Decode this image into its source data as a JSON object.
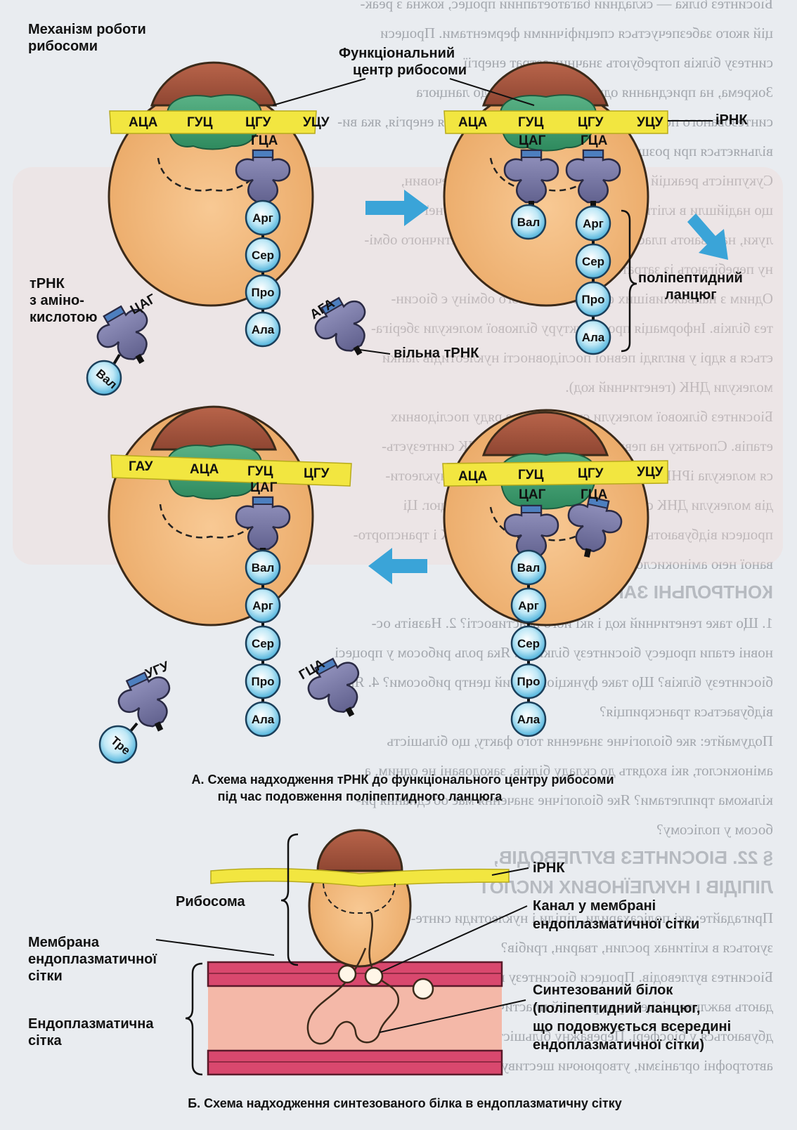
{
  "background_text": {
    "lines": [
      "Біосинтез білка — складний багатоетапний процес, кожна з реак-",
      "цій якого забезпечується специфічними ферментами. Процеси",
      "синтезу білків потребують значних затрат енергії",
      "Зокрема, на приєднання однієї амінокислоти до ланцюга",
      "синтезованого поліпептидного ланцюга витрачається енергія, яка ви-",
      "вільняється при розщепленні однієї молекули АТФ",
      "Сукупність реакцій синтезу, за допомогою яких із речовин,",
      "що надійшли в клітину, синтезуються необхідні для неї спо-",
      "луки, називають пластичним обміном. Реакції пластичного обмі-",
      "ну перебігають із затратами енергії",
      "Одним з найважливіших форм пластичного обміну є біосин-",
      "тез білків. Інформація про структуру білкової молекули зберіга-",
      "ється в ядрі у вигляді певної послідовності нуклеотидів ланки",
      "молекули ДНК (генетичний код).",
      "Біосинтез білкової молекули складається з ряду послідовних",
      "етапів. Спочатку на певній ділянці молекули ДНК синтезуєть-",
      "ся молекула іРНК, яка відповідно до послідовності нуклеоти-",
      "дів молекули ДНК синтезується поліпептидний ланцюг. Ці",
      "процеси відбуваються на рибосомах за участю тРНК і транспорто-",
      "ваної нею амінокислоти до ланцюга.",
      "КОНТРОЛЬНІ ЗАПИТАННЯ",
      "1. Що таке генетичний код і які його властивості? 2. Назвіть ос-",
      "новні етапи процесу біосинтезу білків. 3. Яка роль рибосом у процесі",
      "біосинтезу білків? Що таке функціональний центр рибосоми? 4. Як",
      "відбувається транскрипція?",
      "Подумайте: яке біологічне значення того факту, що більшість",
      "амінокислот, які входять до складу білків, закодовані не одним, а",
      "кількома триплетами? Яке біологічне значення має об'єднання ри-",
      "босом у полісому?",
      "§ 22. БІОСИНТЕЗ ВУГЛЕВОДІВ,",
      "ЛІПІДІВ І НУКЛЕЇНОВИХ КИСЛОТ",
      "Пригадайте: які полісахариди, ліпіди і нуклеотиди синте-",
      "зуються в клітинах рослин, тварин, грибів?",
      "Біосинтез вуглеводів. Процеси біосинтезу вуглеводів посі-",
      "дають важливе місце серед реакцій пластичного обміну, які ві-",
      "дбуваються у біосфері. Переважну більшість вуглеводів синтезують",
      "автотрофні організми, утворюючи шестивуглецеві моносахари"
    ]
  },
  "panel_a": {
    "labels": {
      "mechanism_line1": "Механізм роботи",
      "mechanism_line2": "рибосоми",
      "functional_center_line1": "Функціональний",
      "functional_center_line2": "центр рибосоми",
      "irna": "іРНК",
      "trna_line1": "тРНК",
      "trna_line2": "з аміно-",
      "trna_line3": "кислотою",
      "free_trna": "вільна тРНК",
      "polypeptide_line1": "поліпептидний",
      "polypeptide_line2": "ланцюг"
    },
    "step1": {
      "codons": [
        "АЦА",
        "ГУЦ",
        "ЦГУ",
        "УЦУ"
      ],
      "anticodon": "ГЦА",
      "chain": [
        "Арг",
        "Сер",
        "Про",
        "Ала"
      ],
      "incoming_anticodon": "ЦАГ",
      "incoming_aa": "Вал"
    },
    "step2": {
      "codons": [
        "АЦА",
        "ГУЦ",
        "ЦГУ",
        "УЦУ"
      ],
      "anticodons": [
        "ЦАГ",
        "ГЦА"
      ],
      "new_aa": "Вал",
      "chain": [
        "Арг",
        "Сер",
        "Про",
        "Ала"
      ],
      "free_anticodon": "АГА"
    },
    "step3": {
      "codons": [
        "АЦА",
        "ГУЦ",
        "ЦГУ",
        "УЦУ"
      ],
      "anticodons": [
        "ЦАГ",
        "ГЦА"
      ],
      "chain": [
        "Вал",
        "Арг",
        "Сер",
        "Про",
        "Ала"
      ]
    },
    "step4": {
      "codons": [
        "ГАУ",
        "АЦА",
        "ГУЦ",
        "ЦГУ"
      ],
      "anticodon": "ЦАГ",
      "chain": [
        "Вал",
        "Арг",
        "Сер",
        "Про",
        "Ала"
      ],
      "incoming_anticodon": "УГУ",
      "incoming_aa": "Тре",
      "free_anticodon": "ГЦА"
    },
    "caption_line1": "А. Схема надходження тРНК до функціонального центру рибосоми",
    "caption_line2": "під час подовження поліпептидного ланцюга"
  },
  "panel_b": {
    "labels": {
      "irna": "іРНК",
      "ribosome": "Рибосома",
      "channel_line1": "Канал у мембрані",
      "channel_line2": "ендоплазматичної сітки",
      "membrane_line1": "Мембрана",
      "membrane_line2": "ендоплазматичної",
      "membrane_line3": "сітки",
      "er_line1": "Ендоплазматична",
      "er_line2": "сітка",
      "protein_line1": "Синтезований білок",
      "protein_line2": "(поліпептидний ланцюг,",
      "protein_line3": "що подовжується всередині",
      "protein_line4": "ендоплазматичної сітки)"
    },
    "caption": "Б. Схема надходження синтезованого білка в ендоплазматичну сітку"
  },
  "colors": {
    "ribosome_small": "#f2b478",
    "ribosome_large": "#a5573c",
    "functional_center": "#3f9a6e",
    "mrna": "#f2e640",
    "trna": "#7a7aa8",
    "amino_acid": "#6cc5e6",
    "arrow": "#3aa4d8",
    "er_membrane": "#d9486e",
    "er_lumen": "#f4b8a8"
  }
}
